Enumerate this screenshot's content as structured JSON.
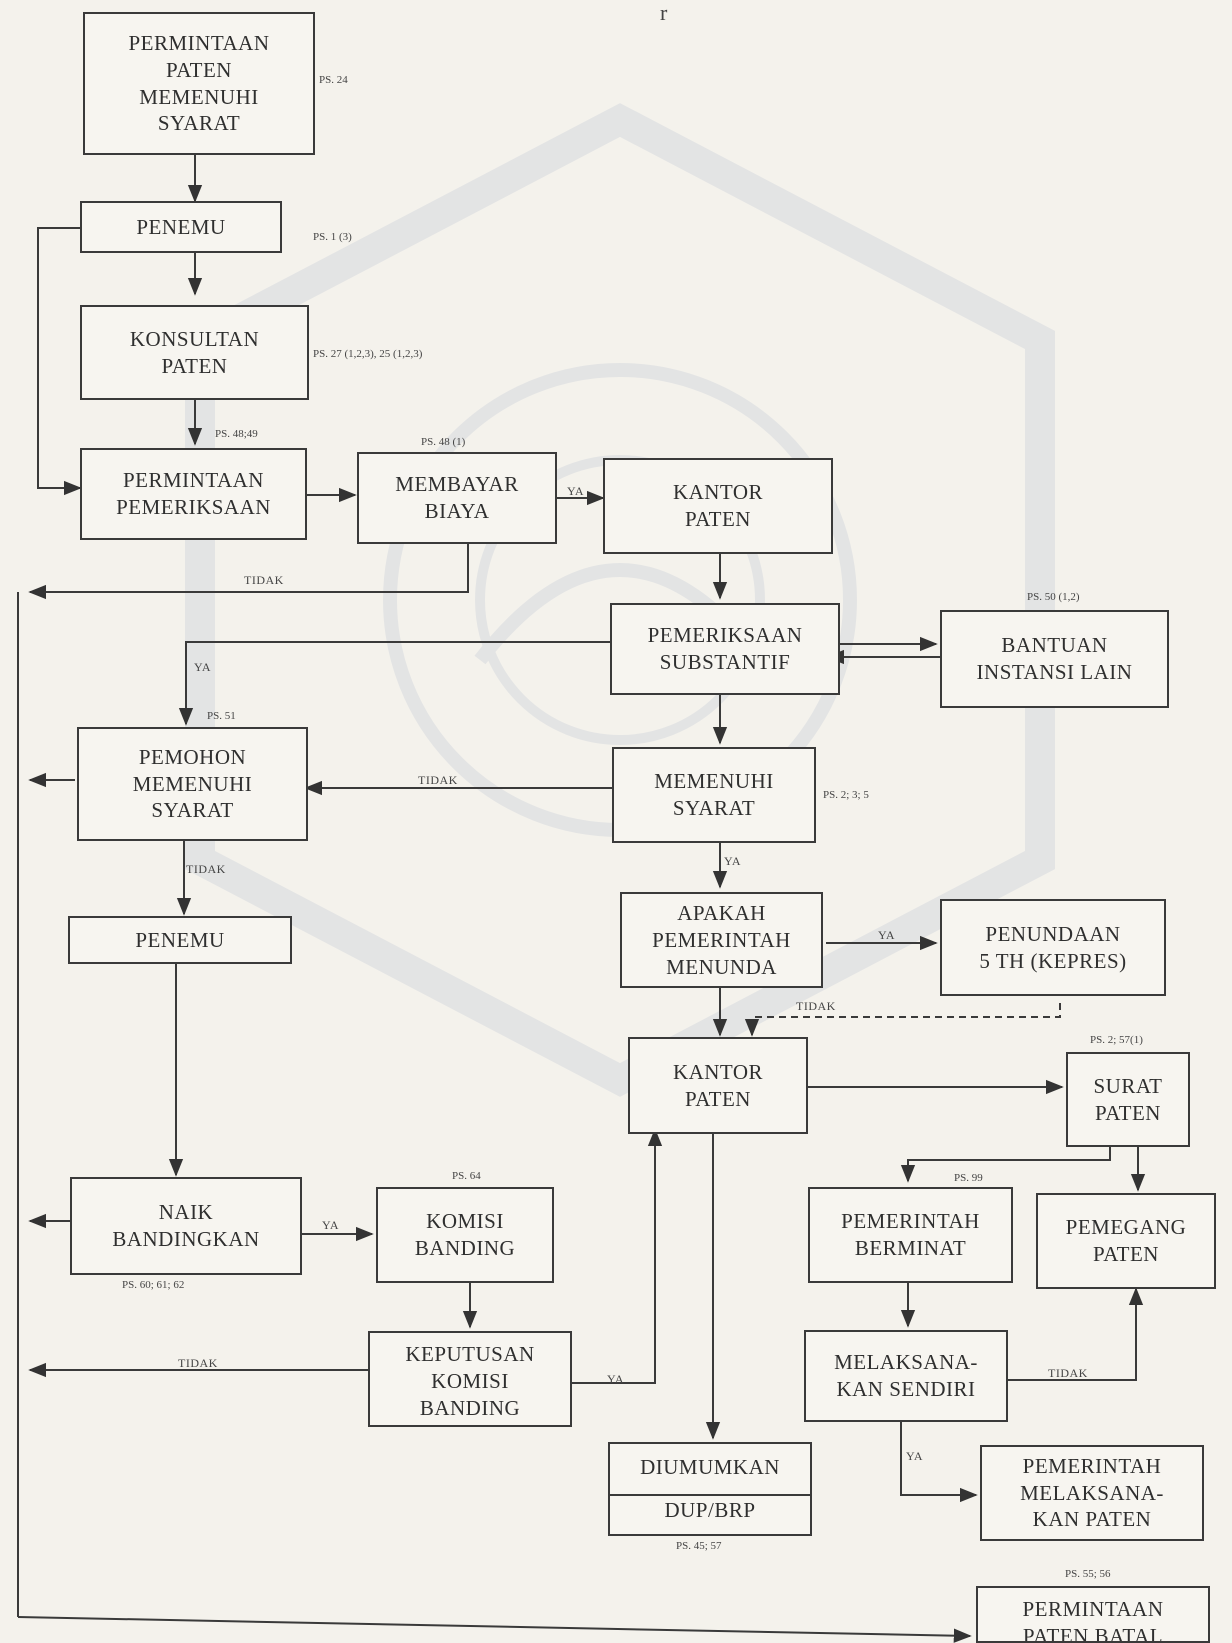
{
  "boxes": {
    "permintaan_paten_memenuhi_syarat": "PERMINTAAN\nPATEN\nMEMENUHI\nSYARAT",
    "penemu_1": "PENEMU",
    "konsultan_paten": "KONSULTAN\nPATEN",
    "permintaan_pemeriksaan": "PERMINTAAN\nPEMERIKSAAN",
    "membayar_biaya": "MEMBAYAR\nBIAYA",
    "kantor_paten_1": "KANTOR\nPATEN",
    "pemeriksaan_substantif": "PEMERIKSAAN\nSUBSTANTIF",
    "bantuan_instansi_lain": "BANTUAN\nINSTANSI LAIN",
    "pemohon_memenuhi_syarat": "PEMOHON\nMEMENUHI\nSYARAT",
    "memenuhi_syarat": "MEMENUHI\nSYARAT",
    "penemu_2": "PENEMU",
    "apakah_pemerintah_menunda": "APAKAH\nPEMERINTAH\nMENUNDA",
    "penundaan": "PENUNDAAN\n5 TH (KEPRES)",
    "kantor_paten_2": "KANTOR\nPATEN",
    "surat_paten": "SURAT\nPATEN",
    "naik_bandingkan": "NAIK\nBANDINGKAN",
    "komisi_banding": "KOMISI\nBANDING",
    "pemerintah_berminat": "PEMERINTAH\nBERMINAT",
    "pemegang_paten": "PEMEGANG\nPATEN",
    "keputusan_komisi_banding": "KEPUTUSAN\nKOMISI\nBANDING",
    "melaksanakan_sendiri": "MELAKSANA-\nKAN SENDIRI",
    "diumumkan_top": "DIUMUMKAN",
    "diumumkan_bottom": "DUP/BRP",
    "pemerintah_melaksanakan_paten": "PEMERINTAH\nMELAKSANA-\nKAN PATEN",
    "permintaan_bottom": "PERMINTAAN\nPATEN BATAL"
  },
  "refs": {
    "ps24": "PS. 24",
    "ps1_3": "PS. 1 (3)",
    "ps27_25": "PS. 27 (1,2,3), 25 (1,2,3)",
    "ps48_49": "PS. 48;49",
    "ps48_1": "PS. 48 (1)",
    "ps50": "PS. 50 (1,2)",
    "ps51": "PS. 51",
    "ps2_3_5": "PS. 2; 3; 5",
    "ps2_57": "PS. 2; 57(1)",
    "ps64": "PS. 64",
    "ps99": "PS. 99",
    "ps60": "PS. 60; 61; 62",
    "ps45_57": "PS. 45; 57",
    "ps55_56": "PS. 55; 56"
  },
  "labels": {
    "ya": "YA",
    "tidak": "TIDAK"
  }
}
